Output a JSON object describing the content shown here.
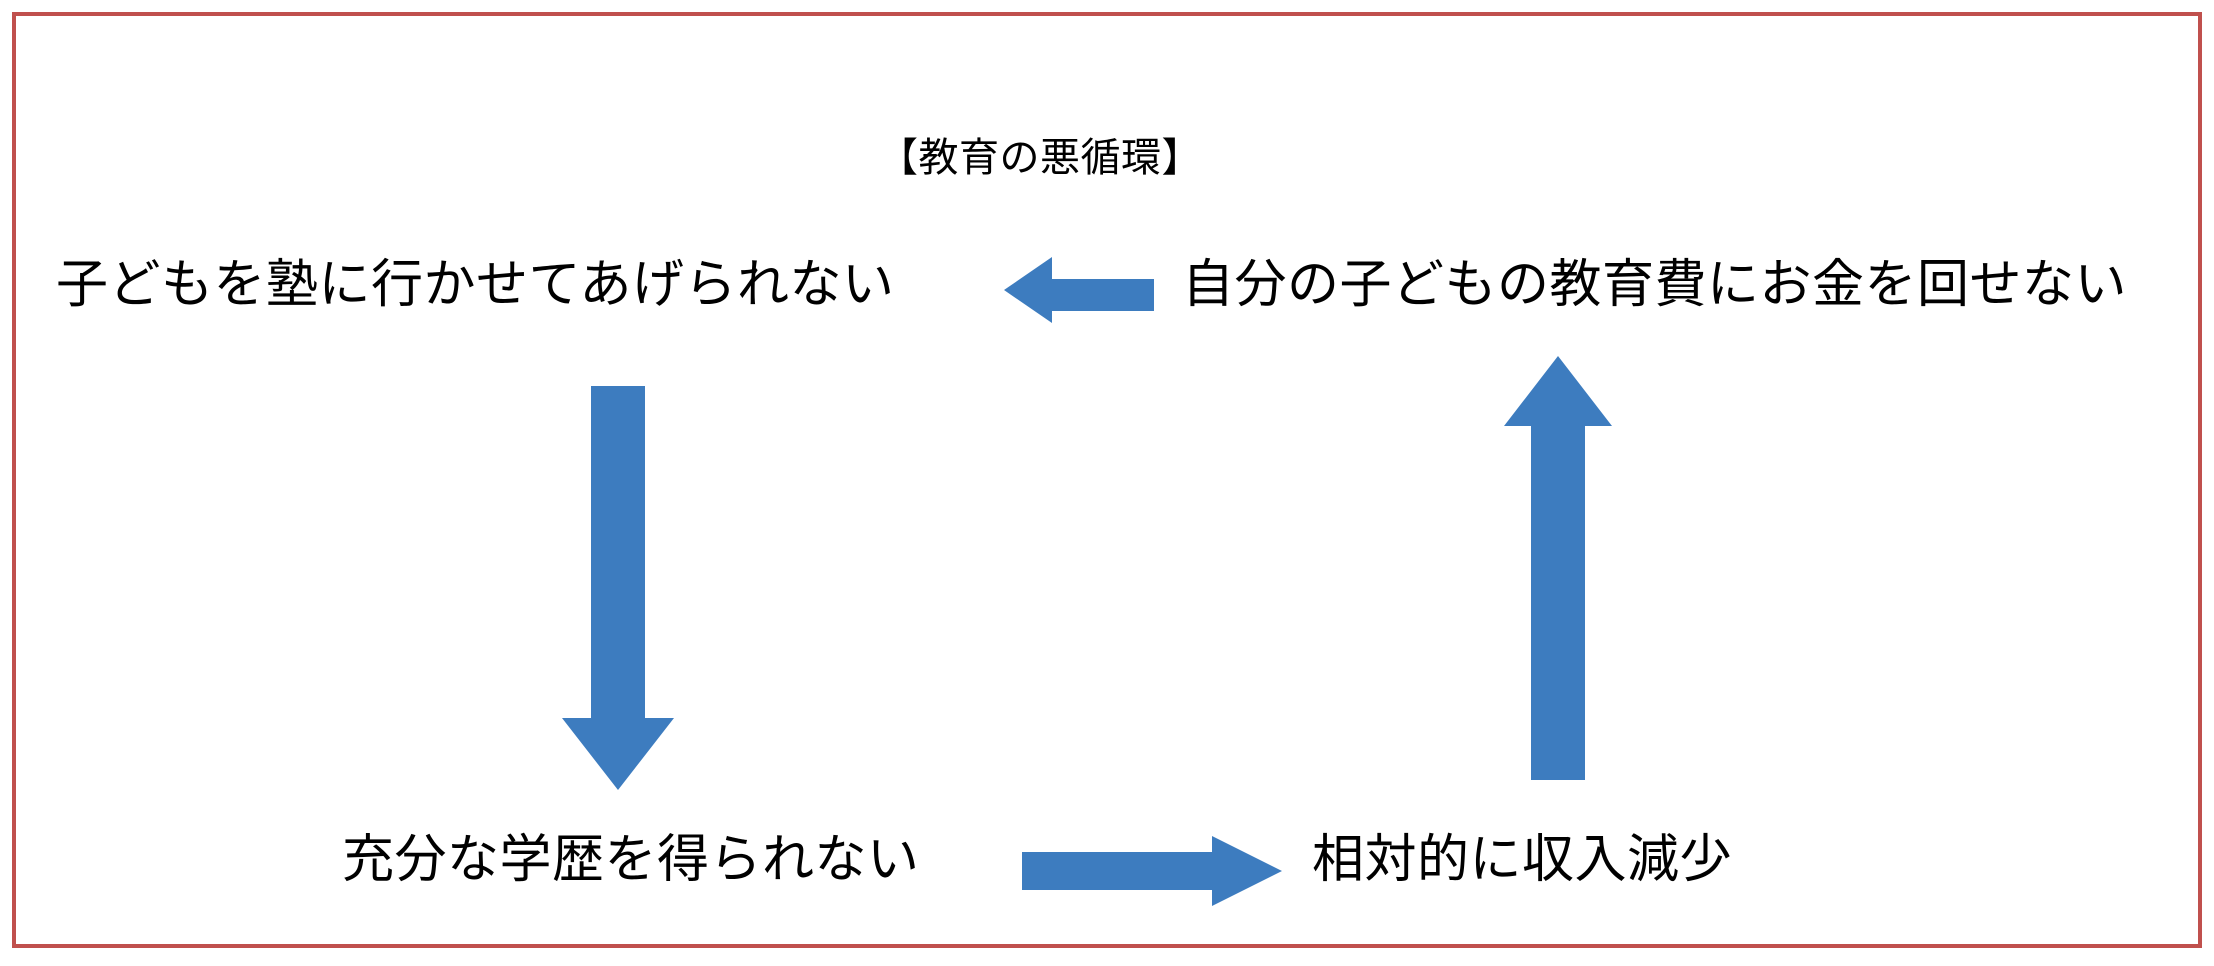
{
  "page": {
    "title": "【教育の悪循環】",
    "background_color": "#ffffff",
    "border_color": "#c0504d",
    "arrow_color": "#3d7cbf",
    "text_color": "#000000"
  },
  "diagram": {
    "type": "cycle-flow",
    "title": "【教育の悪循環】",
    "nodes": [
      {
        "id": "top-left",
        "label": "子どもを塾に行かせてあげられない",
        "position": "top-left"
      },
      {
        "id": "top-right",
        "label": "自分の子どもの教育費にお金を回せない",
        "position": "top-right"
      },
      {
        "id": "bottom-left",
        "label": "充分な学歴を得られない",
        "position": "bottom-left"
      },
      {
        "id": "bottom-right",
        "label": "相対的に収入減少",
        "position": "bottom-right"
      }
    ],
    "arrows": [
      {
        "id": "arrow-left",
        "direction": "left",
        "from": "top-right",
        "to": "top-left",
        "color": "#3d7cbf"
      },
      {
        "id": "arrow-down",
        "direction": "down",
        "from": "top-left",
        "to": "bottom-left",
        "color": "#3d7cbf"
      },
      {
        "id": "arrow-right",
        "direction": "right",
        "from": "bottom-left",
        "to": "bottom-right",
        "color": "#3d7cbf"
      },
      {
        "id": "arrow-up",
        "direction": "up",
        "from": "bottom-right",
        "to": "top-right",
        "color": "#3d7cbf"
      }
    ]
  }
}
